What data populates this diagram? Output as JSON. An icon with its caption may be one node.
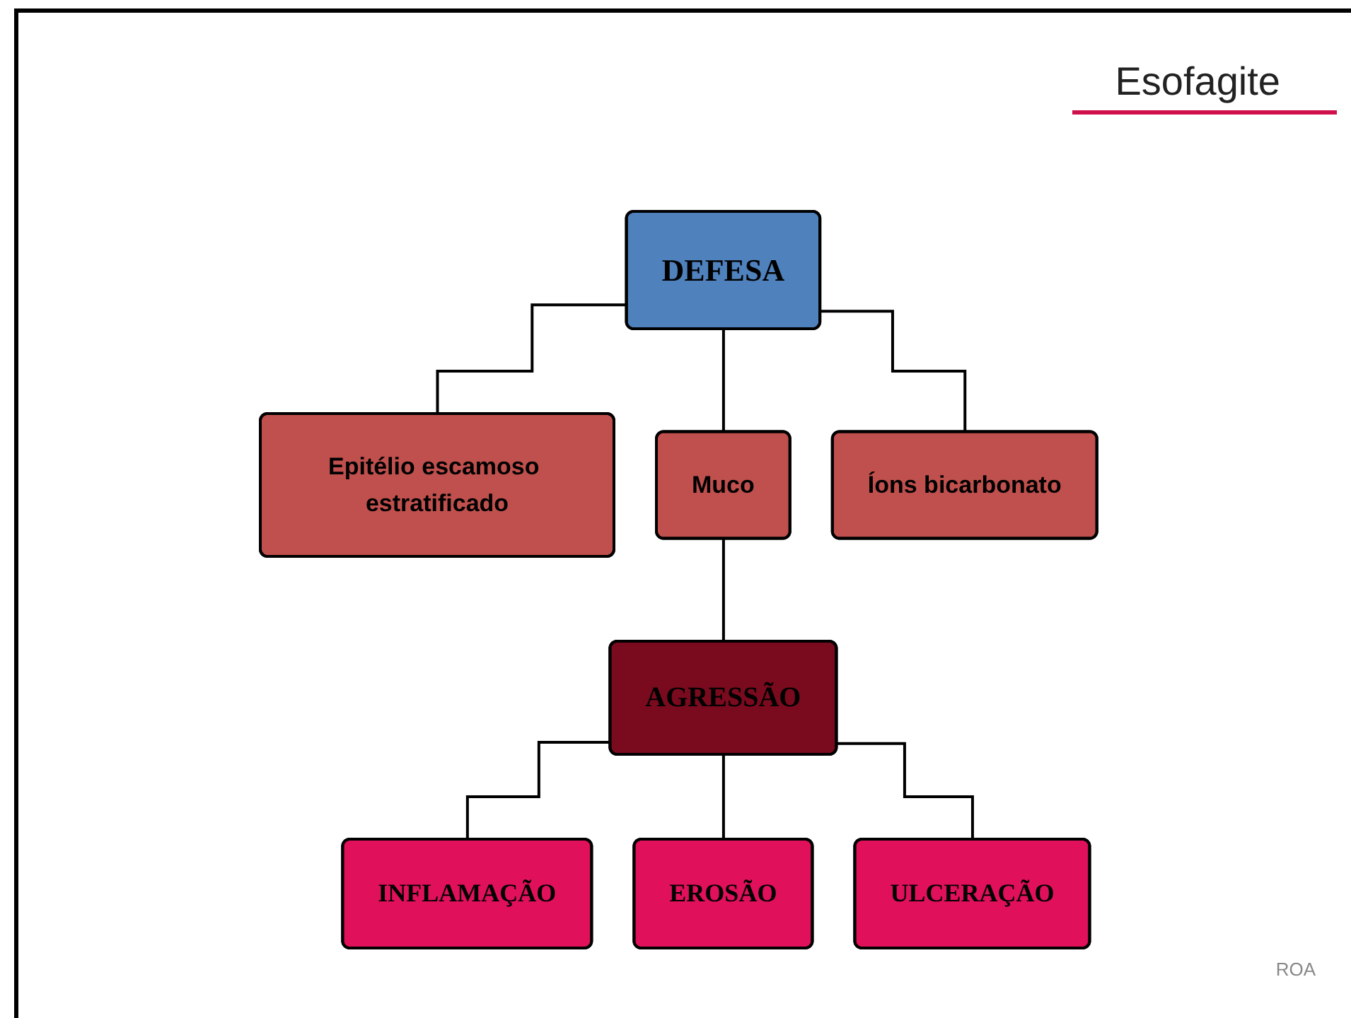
{
  "diagram": {
    "title": "Esofagite",
    "nodes": [
      {
        "text": [
          "DEFESA"
        ]
      },
      {
        "text": [
          "Epitélio escamoso estratificado"
        ]
      },
      {
        "text": [
          "Muco"
        ]
      },
      {
        "text": [
          "Íons bicarbonato"
        ]
      },
      {
        "text": [
          "AGRESSÃO"
        ]
      },
      {
        "text": [
          "INFLAMAÇÃO"
        ]
      },
      {
        "text": [
          "EROSÃO"
        ]
      },
      {
        "text": [
          "ULCERAÇÃO"
        ]
      }
    ],
    "edges": [
      {
        "from": 0,
        "to": 1,
        "arrow": "none"
      },
      {
        "from": 0,
        "to": 2,
        "arrow": "none"
      },
      {
        "from": 0,
        "to": 3,
        "arrow": "none"
      },
      {
        "from": 2,
        "to": 4,
        "arrow": "none"
      },
      {
        "from": 4,
        "to": 5,
        "arrow": "none"
      },
      {
        "from": 4,
        "to": 6,
        "arrow": "none"
      },
      {
        "from": 4,
        "to": 7,
        "arrow": "none"
      }
    ],
    "labels": [
      "ROA"
    ]
  }
}
